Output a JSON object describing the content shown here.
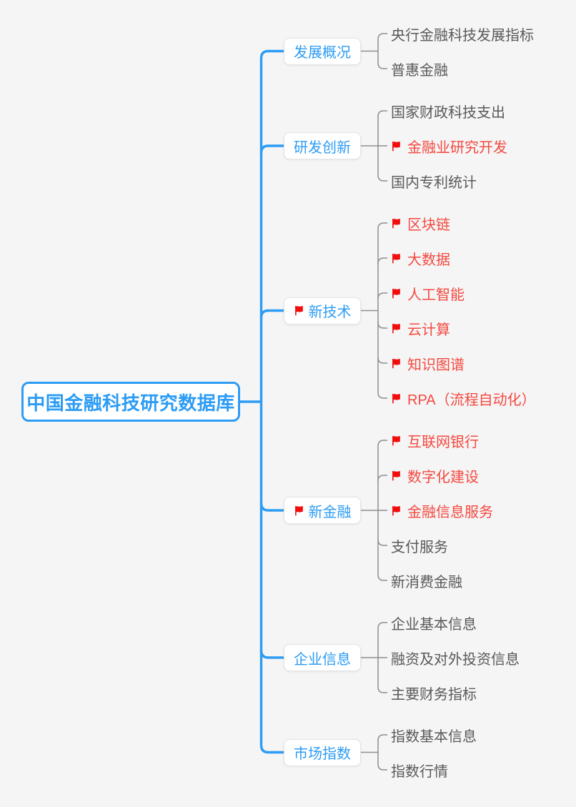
{
  "root": {
    "label": "中国金融科技研究数据库"
  },
  "branches": [
    {
      "label": "发展概况",
      "flagged": false,
      "children": [
        {
          "label": "央行金融科技发展指标",
          "flagged": false
        },
        {
          "label": "普惠金融",
          "flagged": false
        }
      ]
    },
    {
      "label": "研发创新",
      "flagged": false,
      "children": [
        {
          "label": "国家财政科技支出",
          "flagged": false
        },
        {
          "label": "金融业研究开发",
          "flagged": true
        },
        {
          "label": "国内专利统计",
          "flagged": false
        }
      ]
    },
    {
      "label": "新技术",
      "flagged": true,
      "children": [
        {
          "label": "区块链",
          "flagged": true
        },
        {
          "label": "大数据",
          "flagged": true
        },
        {
          "label": "人工智能",
          "flagged": true
        },
        {
          "label": "云计算",
          "flagged": true
        },
        {
          "label": "知识图谱",
          "flagged": true
        },
        {
          "label": "RPA（流程自动化）",
          "flagged": true
        }
      ]
    },
    {
      "label": "新金融",
      "flagged": true,
      "children": [
        {
          "label": "互联网银行",
          "flagged": true
        },
        {
          "label": "数字化建设",
          "flagged": true
        },
        {
          "label": "金融信息服务",
          "flagged": true
        },
        {
          "label": "支付服务",
          "flagged": false
        },
        {
          "label": "新消费金融",
          "flagged": false
        }
      ]
    },
    {
      "label": "企业信息",
      "flagged": false,
      "children": [
        {
          "label": "企业基本信息",
          "flagged": false
        },
        {
          "label": "融资及对外投资信息",
          "flagged": false
        },
        {
          "label": "主要财务指标",
          "flagged": false
        }
      ]
    },
    {
      "label": "市场指数",
      "flagged": false,
      "children": [
        {
          "label": "指数基本信息",
          "flagged": false
        },
        {
          "label": "指数行情",
          "flagged": false
        }
      ]
    }
  ],
  "icons": {
    "flag": "flag-icon"
  },
  "colors": {
    "background": "#f5f5f6",
    "accent_blue": "#2d9cf4",
    "connector_gray": "#8f8f8f",
    "child_text_gray": "#595959",
    "flagged_text_red": "#f4493f",
    "flag_red": "#f20d0d",
    "node_bg": "#ffffff",
    "node_border": "#e4e4e4"
  }
}
